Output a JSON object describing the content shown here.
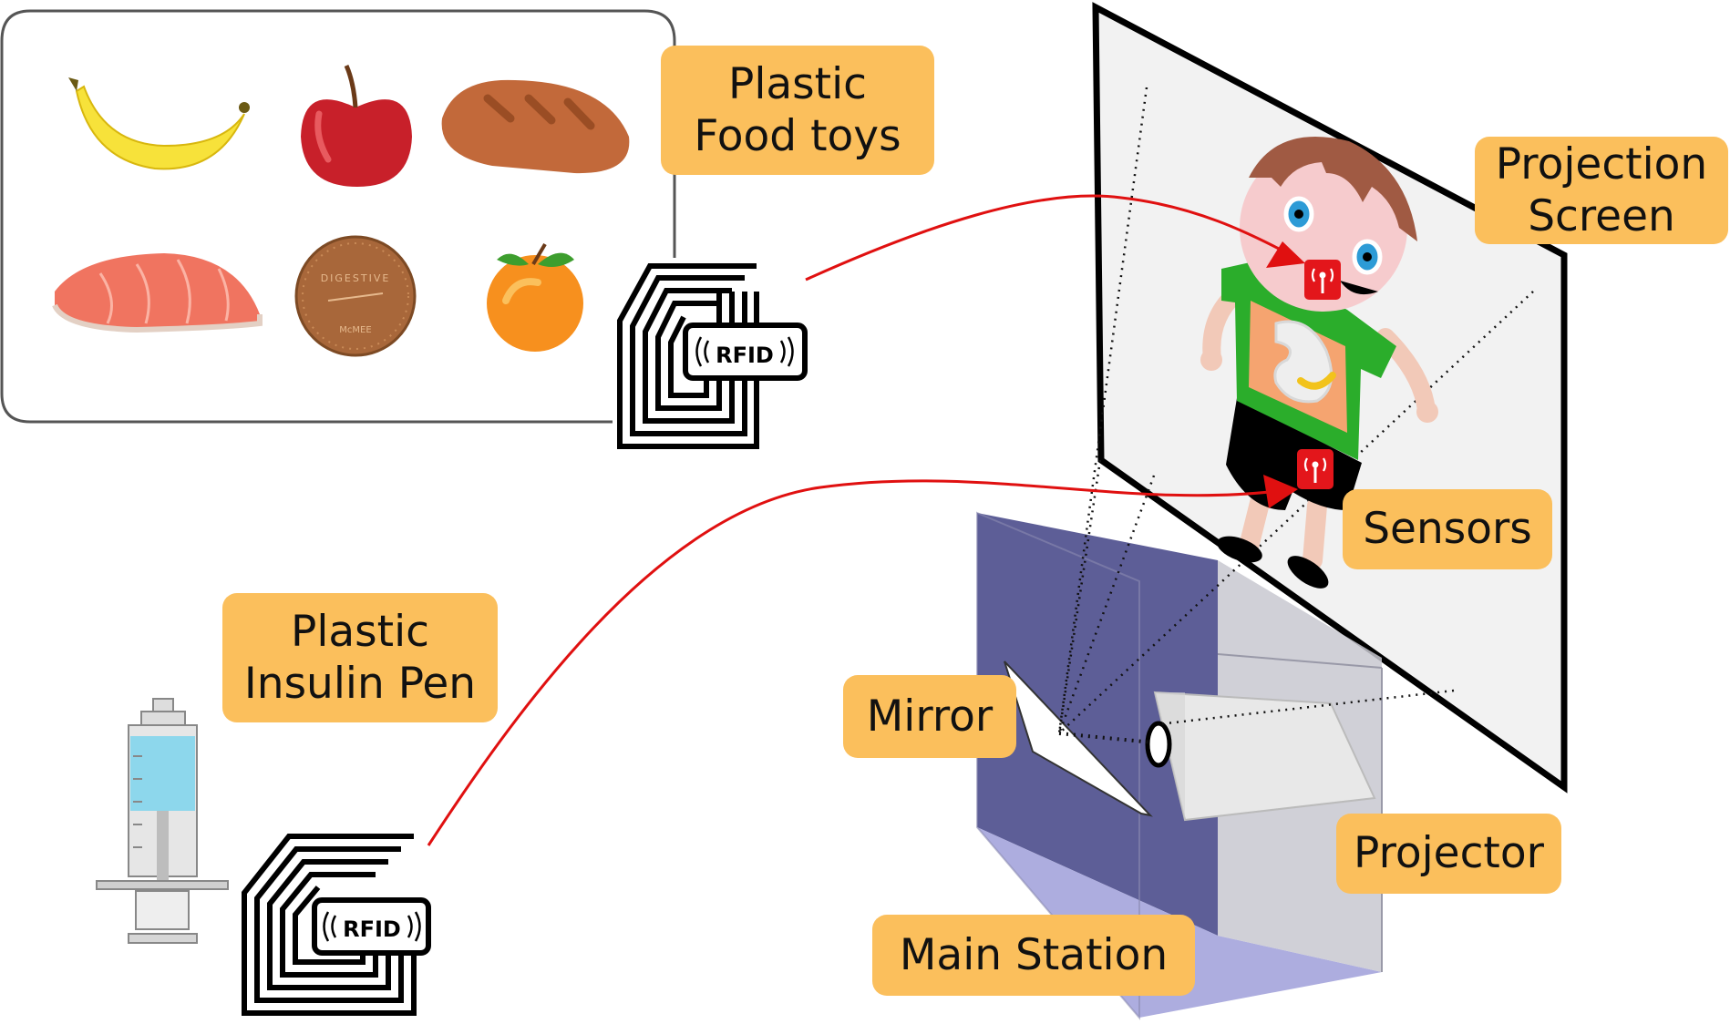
{
  "labels": {
    "food_toys": "Plastic\nFood toys",
    "projection_screen": "Projection\nScreen",
    "sensors": "Sensors",
    "insulin_pen": "Plastic\nInsulin Pen",
    "mirror": "Mirror",
    "projector": "Projector",
    "main_station": "Main Station"
  },
  "rfid_tags": {
    "food": "RFID",
    "pen": "RFID"
  },
  "biscuit": {
    "top_text": "DIGESTIVE",
    "bottom_text": "McMEE"
  },
  "icons": {
    "foods": [
      "banana-icon",
      "apple-icon",
      "bread-icon",
      "salmon-icon",
      "biscuit-icon",
      "orange-icon"
    ],
    "sensor": "wireless-sensor-icon",
    "syringe": "insulin-syringe-icon"
  },
  "colors": {
    "label_fill": "#fbbf5c",
    "signal_line": "#e01010",
    "sensor_red": "#e3161b",
    "station_blue": "#5d5e97",
    "station_floor": "#adaddf"
  }
}
